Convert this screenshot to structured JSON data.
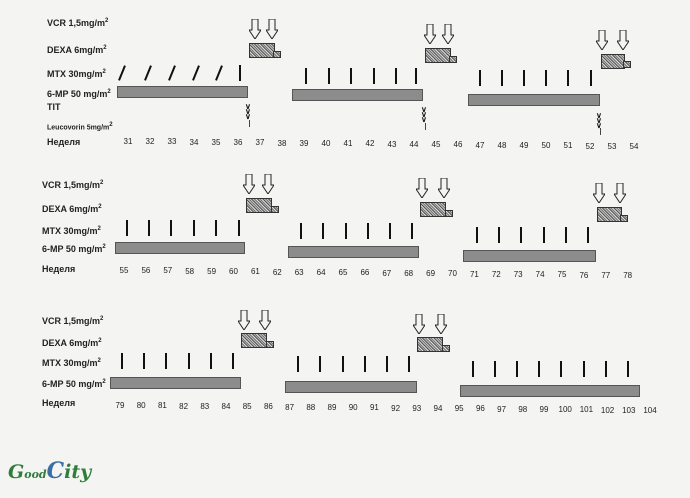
{
  "sections": [
    {
      "rows": [
        {
          "drug": "VCR",
          "dose": "1,5mg/m",
          "exp": "2"
        },
        {
          "drug": "DEXA",
          "dose": "6mg/m",
          "exp": "2"
        },
        {
          "drug": "MTX",
          "dose": "30mg/m",
          "exp": "2"
        },
        {
          "drug": "6-MP",
          "dose": "50 mg/m",
          "exp": "2"
        },
        {
          "drug": "TIT",
          "dose": "",
          "exp": ""
        },
        {
          "drug": "Leucovorin",
          "dose": "5mg/m",
          "exp": "2"
        }
      ],
      "week_label": "Неделя",
      "weeks": [
        "31",
        "32",
        "33",
        "34",
        "35",
        "36",
        "37",
        "38",
        "39",
        "40",
        "41",
        "42",
        "43",
        "44",
        "45",
        "46",
        "47",
        "48",
        "49",
        "50",
        "51",
        "52",
        "53",
        "54"
      ]
    },
    {
      "rows": [
        {
          "drug": "VCR",
          "dose": "1,5mg/m",
          "exp": "2"
        },
        {
          "drug": "DEXA",
          "dose": "6mg/m",
          "exp": "2"
        },
        {
          "drug": "MTX",
          "dose": "30mg/m",
          "exp": "2"
        },
        {
          "drug": "6-MP",
          "dose": "50 mg/m",
          "exp": "2"
        }
      ],
      "week_label": "Неделя",
      "weeks": [
        "55",
        "56",
        "57",
        "58",
        "59",
        "60",
        "61",
        "62",
        "63",
        "64",
        "65",
        "66",
        "67",
        "68",
        "69",
        "70",
        "71",
        "72",
        "73",
        "74",
        "75",
        "76",
        "77",
        "78"
      ]
    },
    {
      "rows": [
        {
          "drug": "VCR",
          "dose": "1,5mg/m",
          "exp": "2"
        },
        {
          "drug": "DEXA",
          "dose": "6mg/m",
          "exp": "2"
        },
        {
          "drug": "MTX",
          "dose": "30mg/m",
          "exp": "2"
        },
        {
          "drug": "6-MP",
          "dose": "50 mg/m",
          "exp": "2"
        }
      ],
      "week_label": "Неделя",
      "weeks": [
        "79",
        "80",
        "81",
        "82",
        "83",
        "84",
        "85",
        "86",
        "87",
        "88",
        "89",
        "90",
        "91",
        "92",
        "93",
        "94",
        "95",
        "96",
        "97",
        "98",
        "99",
        "100",
        "101",
        "102",
        "103",
        "104"
      ]
    }
  ],
  "watermark": {
    "g": "G",
    "ood": "ood",
    "c": "C",
    "ity": "ity"
  },
  "colors": {
    "bar": "#8c8c8c",
    "ink": "#111111",
    "paper": "#f4f4f2",
    "watermark_green": "#2f7d3b",
    "watermark_blue": "#3b6ea5"
  }
}
